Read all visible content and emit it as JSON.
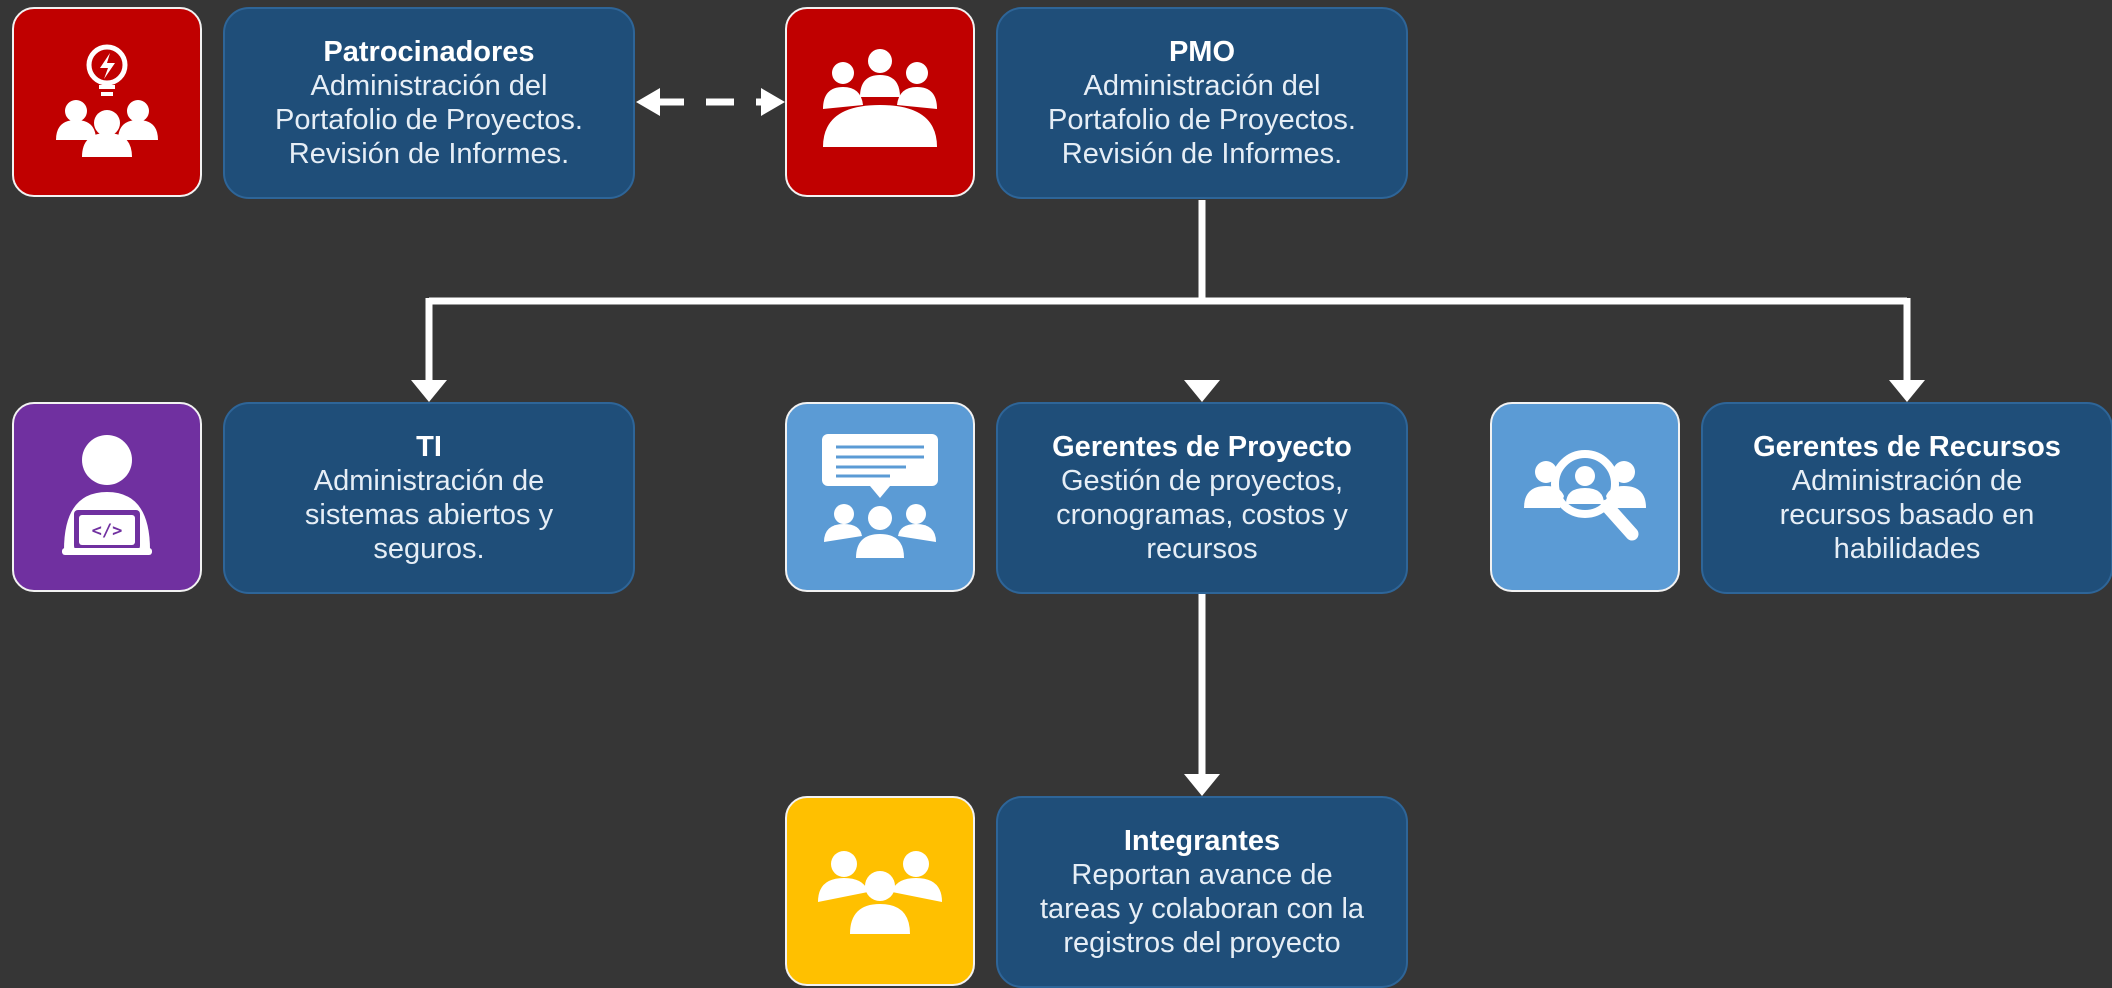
{
  "nodes": {
    "patrocinadores": {
      "title": "Patrocinadores",
      "lines": [
        "Administración del",
        "Portafolio de Proyectos.",
        "Revisión de Informes."
      ],
      "icon": "idea-team-icon",
      "icon_color": "#c00000"
    },
    "pmo": {
      "title": "PMO",
      "lines": [
        "Administración del",
        "Portafolio de Proyectos.",
        "Revisión de Informes."
      ],
      "icon": "meeting-table-icon",
      "icon_color": "#c00000"
    },
    "ti": {
      "title": "TI",
      "lines": [
        "Administración de",
        "sistemas abiertos y",
        "seguros."
      ],
      "icon": "developer-laptop-icon",
      "icon_color": "#7030a0"
    },
    "gerentes_proyecto": {
      "title": "Gerentes de Proyecto",
      "lines": [
        "Gestión de proyectos,",
        "cronogramas, costos y",
        "recursos"
      ],
      "icon": "team-chat-icon",
      "icon_color": "#5b9bd5"
    },
    "gerentes_recursos": {
      "title": "Gerentes de Recursos",
      "lines": [
        "Administración de",
        "recursos basado en",
        "habilidades"
      ],
      "icon": "team-search-icon",
      "icon_color": "#5b9bd5"
    },
    "integrantes": {
      "title": "Integrantes",
      "lines": [
        "Reportan avance de",
        "tareas y colaboran con la",
        "registros del proyecto"
      ],
      "icon": "team-group-icon",
      "icon_color": "#ffc000"
    }
  },
  "connections": [
    {
      "from": "patrocinadores",
      "to": "pmo",
      "style": "dashed-bidirectional"
    },
    {
      "from": "pmo",
      "to": "ti",
      "style": "solid-arrow"
    },
    {
      "from": "pmo",
      "to": "gerentes_proyecto",
      "style": "solid-arrow"
    },
    {
      "from": "pmo",
      "to": "gerentes_recursos",
      "style": "solid-arrow"
    },
    {
      "from": "gerentes_proyecto",
      "to": "integrantes",
      "style": "solid-arrow"
    }
  ],
  "colors": {
    "background": "#363636",
    "card": "#1f4e79",
    "connector": "#ffffff"
  }
}
